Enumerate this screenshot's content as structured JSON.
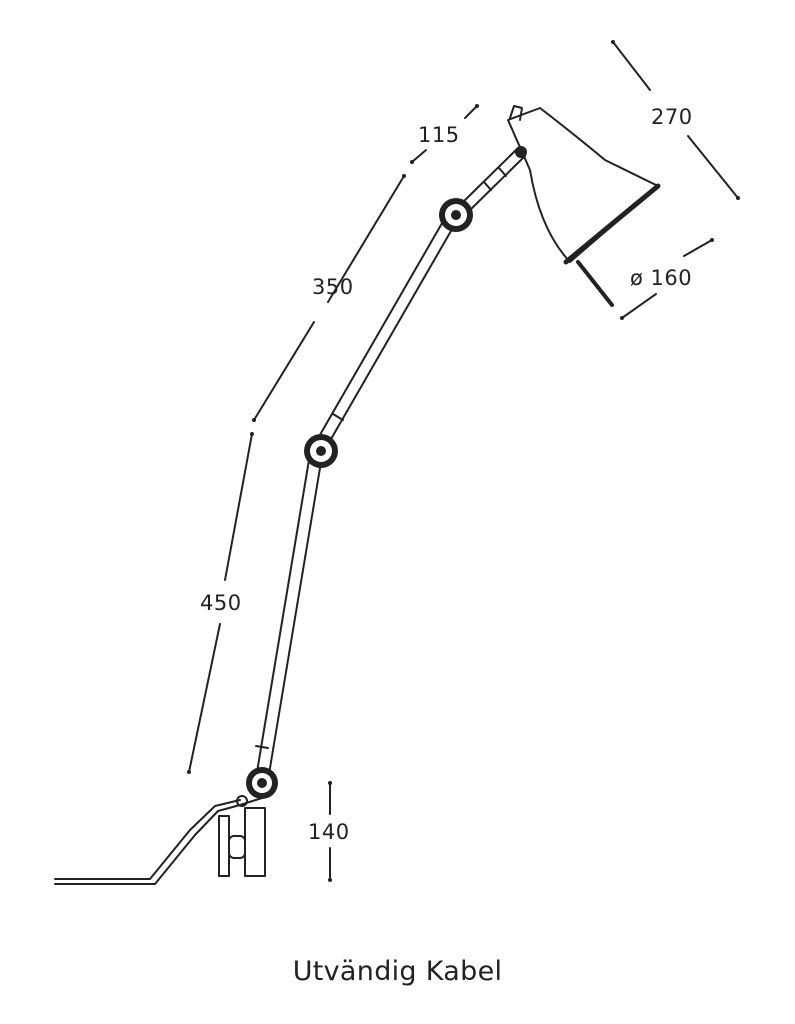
{
  "dimensions": {
    "arm_upper": "115",
    "arm_middle": "350",
    "arm_lower": "450",
    "shade_length": "270",
    "shade_diameter": "ø 160",
    "base_height": "140"
  },
  "caption": "Utvändig Kabel"
}
